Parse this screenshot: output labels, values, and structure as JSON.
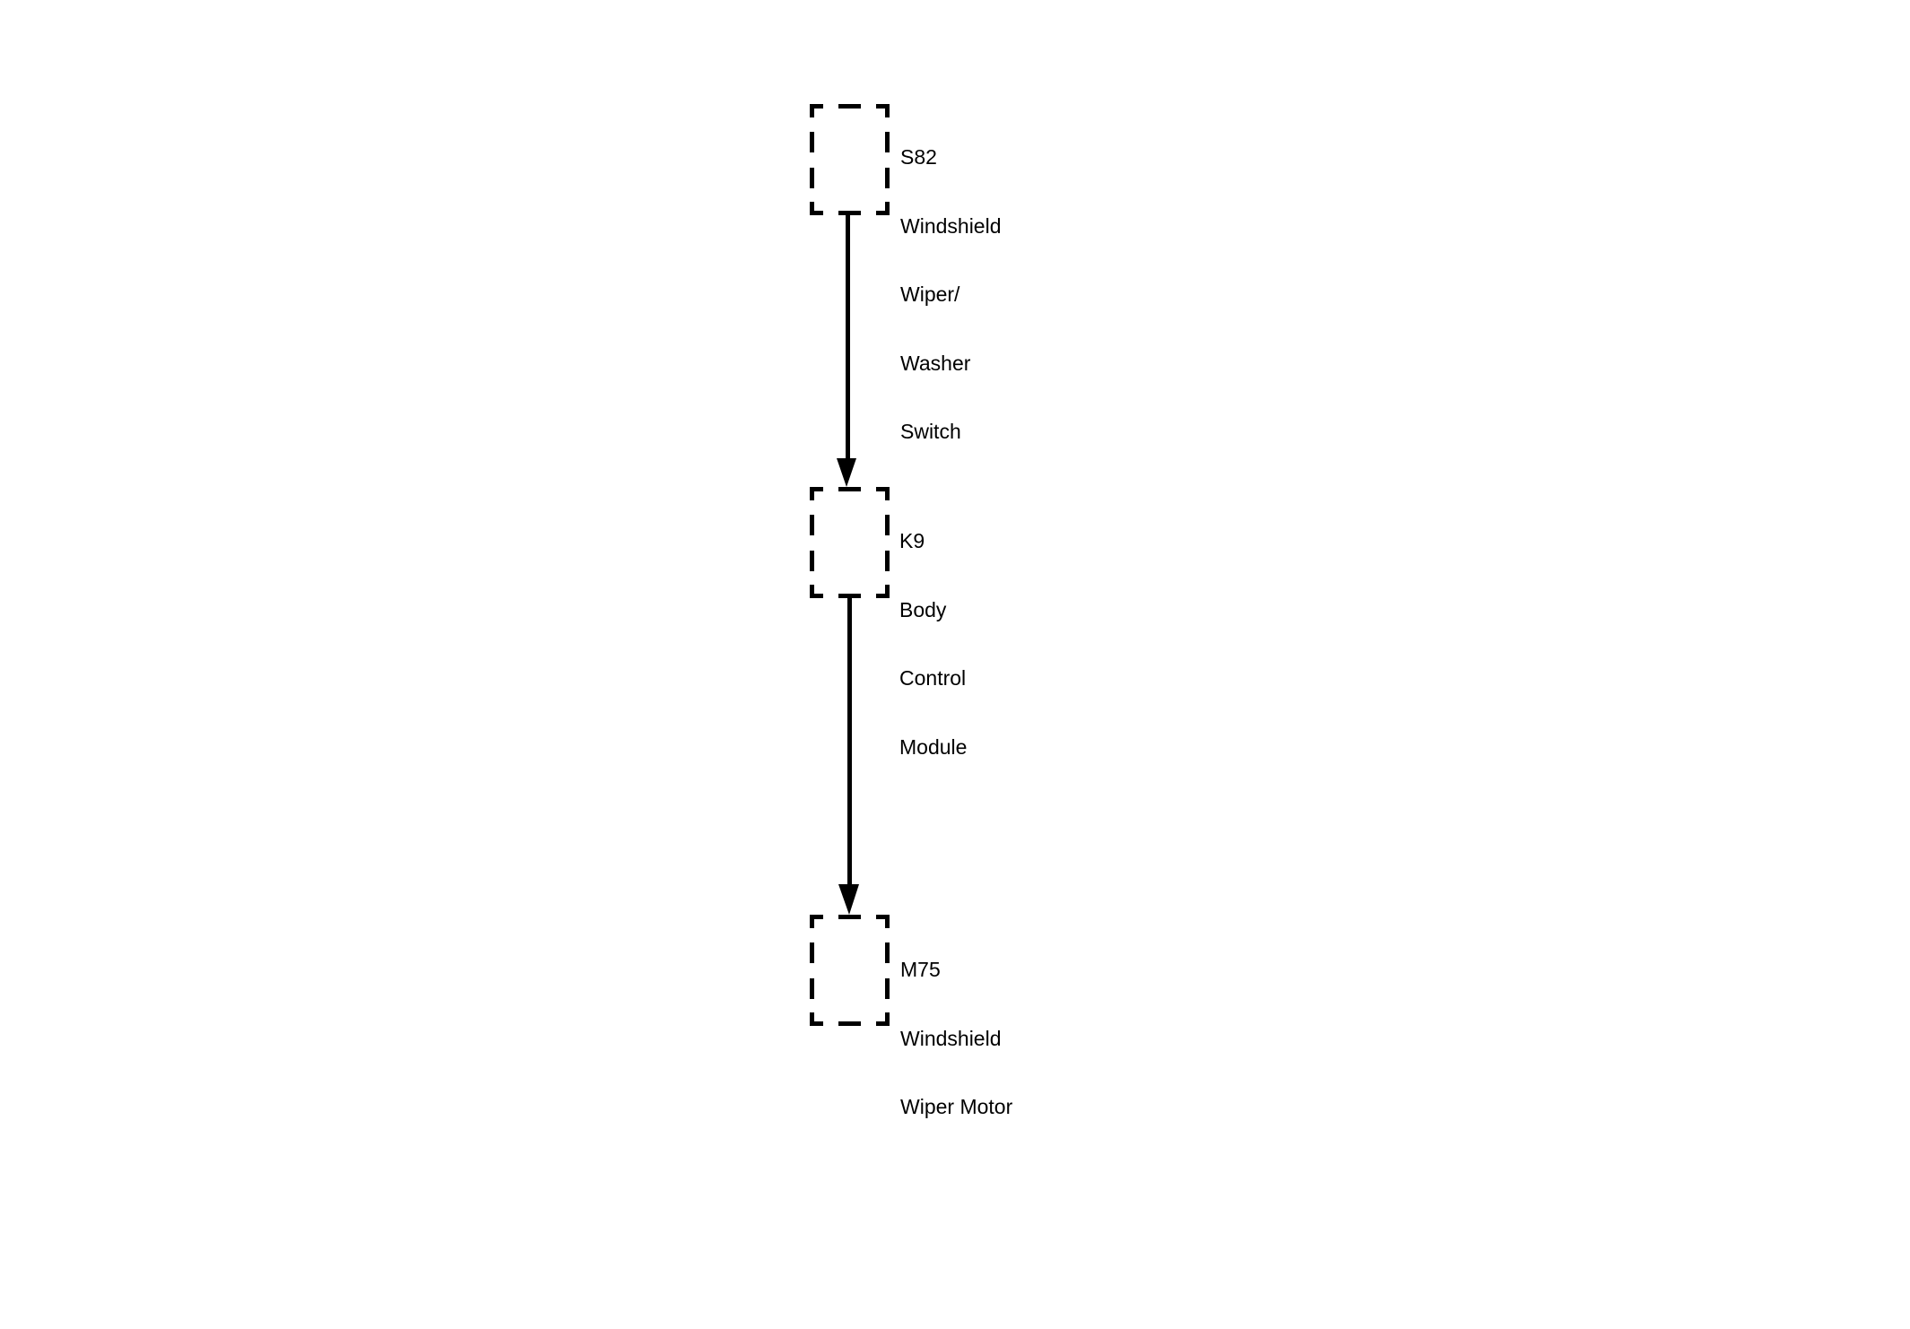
{
  "diagram": {
    "type": "signal-flow",
    "components": [
      {
        "id": "S82",
        "lines": [
          "S82",
          "Windshield",
          "Wiper/",
          "Washer",
          "Switch"
        ]
      },
      {
        "id": "K9",
        "lines": [
          "K9",
          "Body",
          "Control",
          "Module"
        ]
      },
      {
        "id": "M75",
        "lines": [
          "M75",
          "Windshield",
          "Wiper Motor"
        ]
      }
    ],
    "connections": [
      {
        "from": "S82",
        "to": "K9"
      },
      {
        "from": "K9",
        "to": "M75"
      }
    ],
    "colors": {
      "line": "#000000",
      "background": "#ffffff"
    }
  }
}
